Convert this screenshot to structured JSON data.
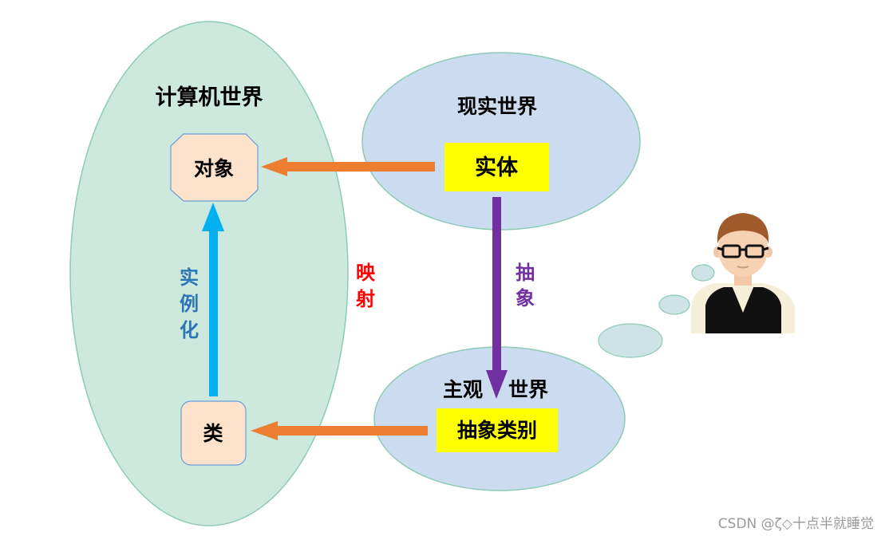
{
  "computer_world": {
    "title": "计算机世界"
  },
  "real_world": {
    "title": "现实世界",
    "entity": "实体"
  },
  "subjective_world": {
    "title_left": "主观",
    "title_right": "世界",
    "abstract_class": "抽象类别"
  },
  "nodes": {
    "object": "对象",
    "class": "类"
  },
  "arrows": {
    "instantiate": [
      "实",
      "例",
      "化"
    ],
    "mapping": [
      "映",
      "射"
    ],
    "abstract": [
      "抽",
      "象"
    ]
  },
  "colors": {
    "computer_world_fill": "#cde8dd",
    "computer_world_stroke": "#8ccbb4",
    "bubble_fill": "#cbdcf0",
    "bubble_stroke": "#8ccbb4",
    "node_fill": "#fde2cc",
    "node_stroke": "#6a9fd8",
    "highlight": "#ffff00",
    "orange_arrow": "#ed7d31",
    "blue_arrow": "#00b0f0",
    "purple_arrow": "#7030a0",
    "instantiate_text": "#2e75b6",
    "mapping_text": "#ff0000",
    "abstract_text": "#7030a0"
  },
  "watermark": "CSDN @ζ◇十点半就睡觉"
}
